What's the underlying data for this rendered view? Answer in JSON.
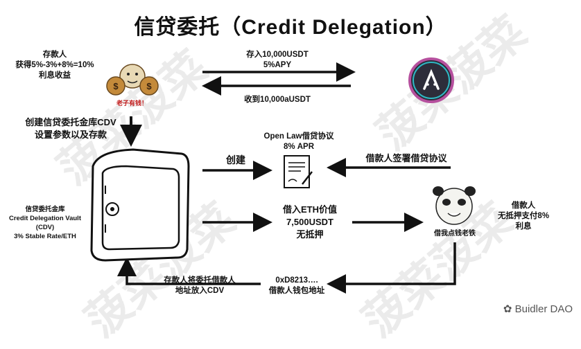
{
  "title": "信贷委托（Credit Delegation）",
  "watermark": "菠菜菠菜",
  "depositor": {
    "label": "存款人\n获得5%-3%+8%=10%\n利息收益",
    "caption": "老子有钱！"
  },
  "arrows": {
    "deposit_top": "存入10,000USDT\n5%APY",
    "receive": "收到10,000aUSDT",
    "create_cdv": "创建信贷委托金库CDV\n设置参数以及存款",
    "create": "创建",
    "borrower_sign": "借款人签署借贷协议",
    "borrow": "借入ETH价值\n7,500USDT\n无抵押",
    "put_address": "存款人将委托借款人\n地址放入CDV",
    "address": "0xD8213….\n借款人钱包地址"
  },
  "agreement": {
    "label": "Open Law借贷协议\n8% APR"
  },
  "vault": {
    "label": "信贷委托金库\nCredit Delegation Vault\n(CDV)\n3% Stable Rate/ETH"
  },
  "borrower": {
    "label": "借款人\n无抵押支付8%\n利息",
    "caption": "借我点钱老铁"
  },
  "footer": {
    "brand": "Buidler DAO"
  },
  "colors": {
    "arrow": "#111111",
    "aave_ring": "#b6509e",
    "aave_inner": "#2ebac6"
  }
}
